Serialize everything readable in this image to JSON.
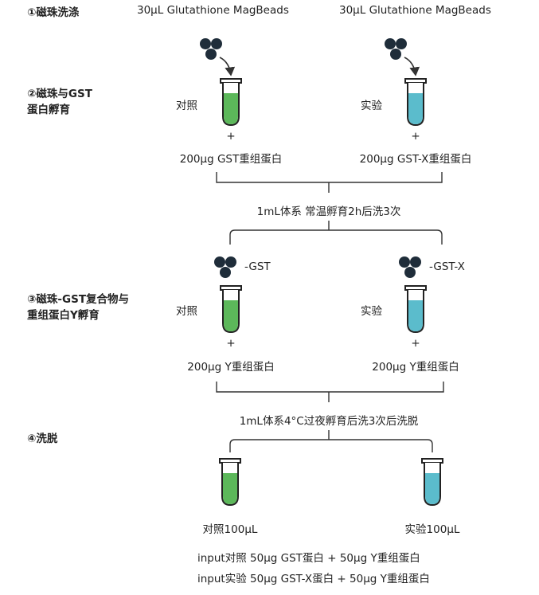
{
  "steps": {
    "s1": "①磁珠洗涤",
    "s2": "②磁珠与GST\n蛋白孵育",
    "s3": "③磁珠-GST复合物与\n重组蛋白Y孵育",
    "s4": "④洗脱"
  },
  "beads_left_label": "30µL Glutathione MagBeads",
  "beads_right_label": "30µL Glutathione MagBeads",
  "ctrl_label": "对照",
  "exp_label": "实验",
  "plus": "+",
  "gst_protein": "200μg GST重组蛋白",
  "gstx_protein": "200μg GST-X重组蛋白",
  "incubate1": "1mL体系 常温孵育2h后洗3次",
  "complex_left": "-GST",
  "complex_right": "-GST-X",
  "y_protein_left": "200μg Y重组蛋白",
  "y_protein_right": "200μg Y重组蛋白",
  "incubate2": "1mL体系4°C过夜孵育后洗3次后洗脱",
  "ctrl_elute": "对照100μL",
  "exp_elute": "实验100μL",
  "input1": "input对照 50μg GST蛋白 + 50μg Y重组蛋白",
  "input2": "input实验 50μg GST-X蛋白 + 50μg Y重组蛋白",
  "colors": {
    "green": "#5cb85a",
    "cyan": "#5bbccc",
    "bead": "#1f2d3a",
    "line": "#333333"
  }
}
